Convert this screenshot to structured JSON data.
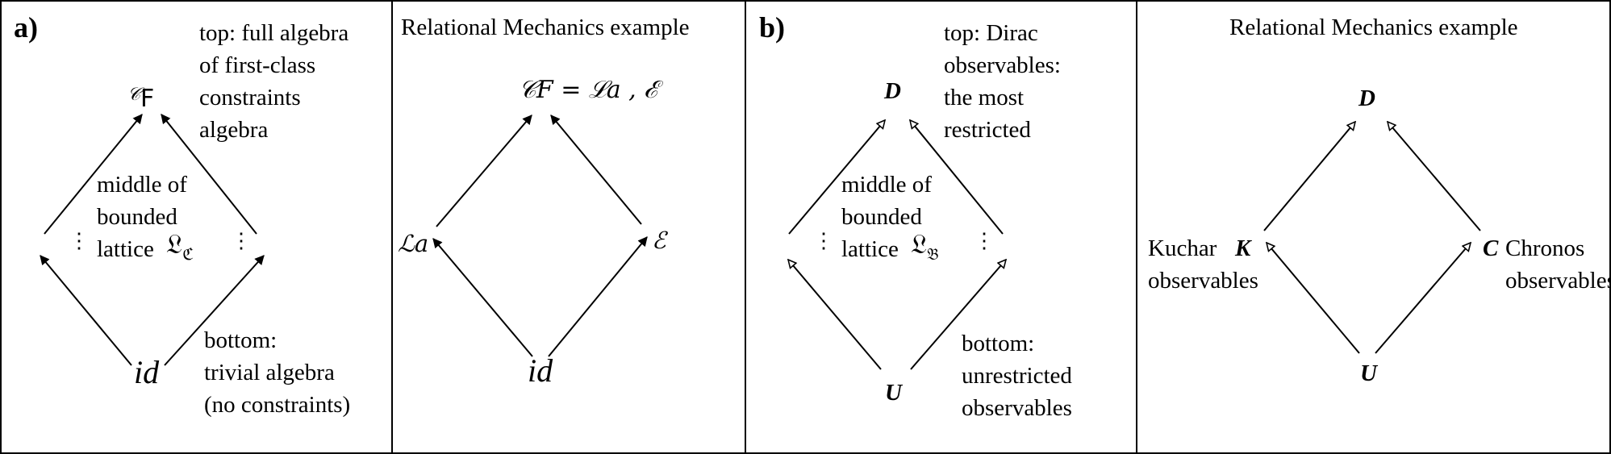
{
  "panel_a": {
    "label": "a)",
    "top_note": "top: full algebra\nof first-class\nconstraints\nalgebra",
    "middle_note": "middle of\nbounded\nlattice",
    "lattice_symbol": "𝔏",
    "lattice_subscript": "ℭ",
    "bottom_note": "bottom:\ntrivial algebra\n(no constraints)",
    "top_node_script": "𝒞",
    "top_node_letter": "F",
    "bottom_node": "id"
  },
  "panel_a_example": {
    "title": "Relational Mechanics example",
    "top_node": "𝒞F = ℒa , ℰ",
    "left_node": "ℒa",
    "right_node": "ℰ",
    "bottom_node": "id"
  },
  "panel_b": {
    "label": "b)",
    "top_note": "top: Dirac\nobservables:\nthe most\nrestricted",
    "middle_note": "middle of\nbounded\nlattice",
    "lattice_symbol": "𝔏",
    "lattice_subscript": "𝔅",
    "bottom_note": "bottom:\nunrestricted\nobservables",
    "top_node": "D",
    "bottom_node": "U"
  },
  "panel_b_example": {
    "title": "Relational Mechanics example",
    "top_node": "D",
    "left_node": "K",
    "left_label": "Kuchar\nobservables",
    "right_node": "C",
    "right_label": "Chronos\nobservables",
    "bottom_node": "U"
  }
}
